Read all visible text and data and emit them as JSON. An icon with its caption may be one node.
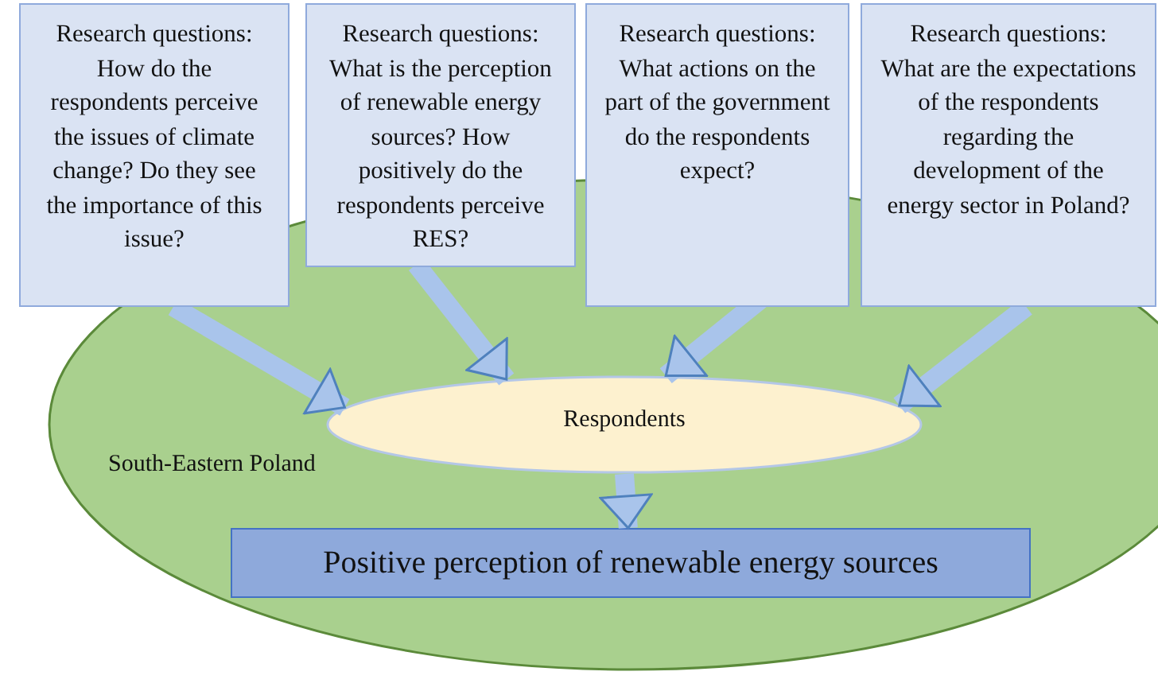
{
  "diagram": {
    "nodes": [
      {
        "text": [
          "South-Eastern Poland"
        ]
      },
      {
        "text": [
          "Research questions:",
          "How do the respondents perceive the issues of climate change? Do they see the importance of this issue?"
        ]
      },
      {
        "text": [
          "Research questions:",
          "What is the perception of renewable energy sources? How positively do the respondents perceive RES?"
        ]
      },
      {
        "text": [
          "Research questions:",
          "What actions on the part of the government do the respondents expect?"
        ]
      },
      {
        "text": [
          "Research questions:",
          "What are the expectations of the respondents regarding the development of the energy sector in Poland?"
        ]
      },
      {
        "text": [
          "Respondents"
        ],
        "in": 0
      },
      {
        "text": [
          "Positive perception of renewable energy sources"
        ],
        "in": 0
      }
    ],
    "edges": [
      {
        "from": 1,
        "to": 5,
        "arrow": "to"
      },
      {
        "from": 2,
        "to": 5,
        "arrow": "to"
      },
      {
        "from": 3,
        "to": 5,
        "arrow": "to"
      },
      {
        "from": 4,
        "to": 5,
        "arrow": "to"
      },
      {
        "from": 5,
        "to": 6,
        "arrow": "to"
      }
    ]
  }
}
